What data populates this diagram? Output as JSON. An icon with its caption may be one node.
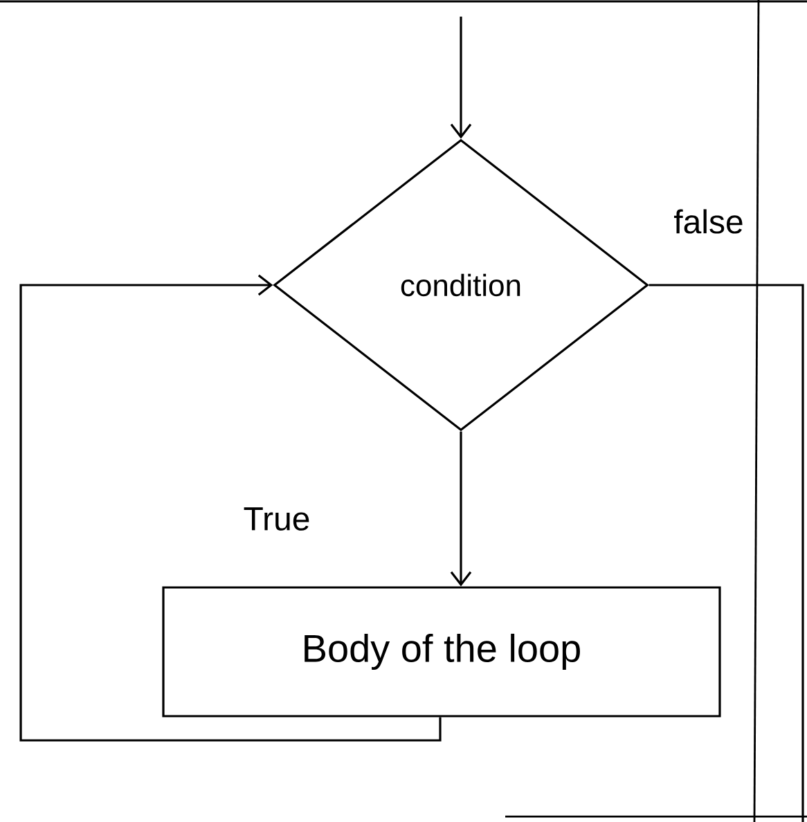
{
  "diagram": {
    "nodes": [
      {
        "text": [
          "condition"
        ]
      },
      {
        "text": [
          "Body of the loop"
        ]
      }
    ],
    "edges": [
      {
        "from": null,
        "to": 0,
        "arrow": "to"
      },
      {
        "from": 0,
        "to": 1,
        "arrow": "to",
        "label": "True"
      },
      {
        "from": 1,
        "to": 0,
        "arrow": "to"
      },
      {
        "from": 0,
        "to": null,
        "arrow": "none",
        "label": "false"
      }
    ]
  }
}
